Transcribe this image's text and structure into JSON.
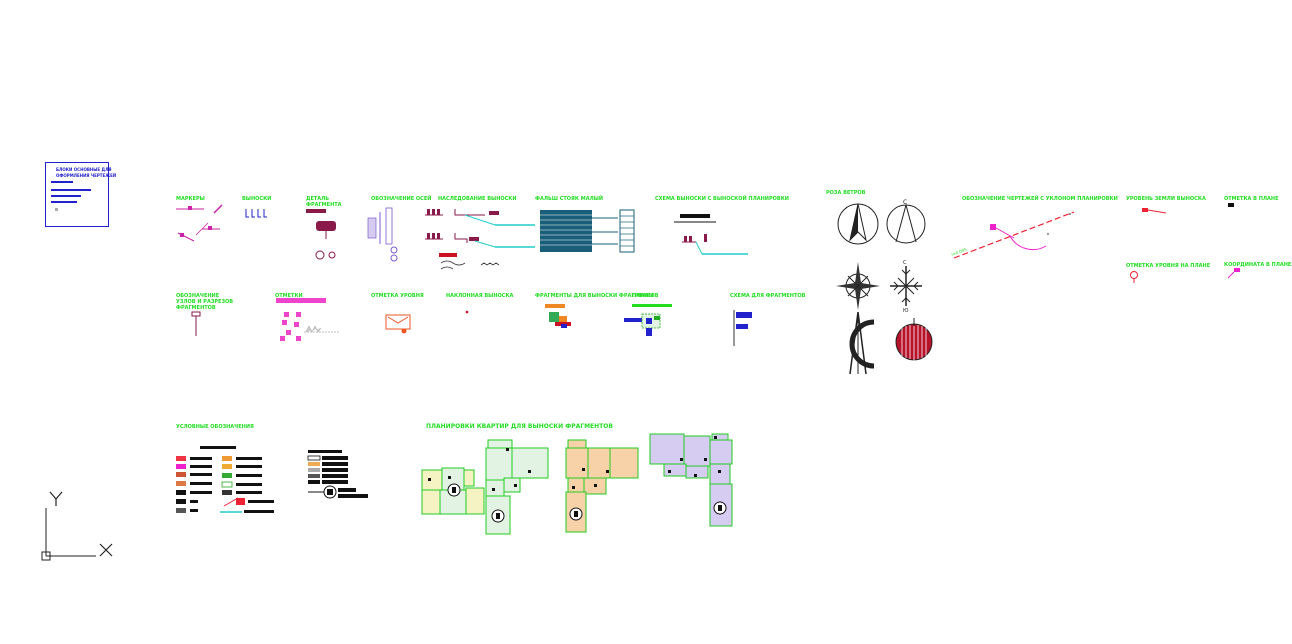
{
  "title_block": {
    "line1": "БЛОКИ ОСНОВНЫЕ ДЛЯ",
    "line2": "ОФОРМЛЕНИЯ ЧЕРТЕЖЕЙ"
  },
  "row1_labels": [
    "МАРКЕРЫ",
    "ВЫНОСКИ",
    "ДЕТАЛЬ ФРАГМЕНТА",
    "ОБОЗНАЧЕНИЕ ОСЕЙ",
    "НАСЛЕДОВАНИЕ ВЫНОСКИ",
    "ФАЛЬШ СТОЯК МАЛЫЙ",
    "СХЕМА ВЫНОСКИ С ВЫНОСКОЙ ПЛАНИРОВКИ"
  ],
  "row2_labels": [
    "ОБОЗНАЧЕНИЕ УЗЛОВ И РАЗРЕЗОВ ФРАГМЕНТОВ",
    "ОТМЕТКИ",
    "ОТМЕТКА УРОВНЯ",
    "НАКЛОННАЯ ВЫНОСКА",
    "ФРАГМЕНТЫ ДЛЯ ВЫНОСКИ ФРАГМЕНТОВ",
    "ПЛАНЫ",
    "СХЕМА ДЛЯ ФРАГМЕНТОВ"
  ],
  "compass_label": "РОЗА ВЕТРОВ",
  "compass_letters": {
    "north": "С",
    "south": "Ю"
  },
  "right_labels": [
    "ОБОЗНАЧЕНИЕ ЧЕРТЕЖЕЙ С УКЛОНОМ ПЛАНИРОВКИ",
    "УРОВЕНЬ ЗЕМЛИ ВЫНОСКА",
    "ОТМЕТКА В ПЛАНЕ",
    "ОТМЕТКА УРОВНЯ НА ПЛАНЕ",
    "КООРДИНАТА В ПЛАНЕ"
  ],
  "legend_label": "УСЛОВНЫЕ ОБОЗНАЧЕНИЯ",
  "plans_label": "ПЛАНИРОВКИ КВАРТИР ДЛЯ ВЫНОСКИ ФРАГМЕНТОВ",
  "ucs": {
    "x": "X",
    "y": "Y"
  },
  "colors": {
    "label": "#22dd22",
    "magenta": "#cc22aa",
    "blue": "#2222cc",
    "teal": "#1a5f7a",
    "cyan": "#22cccc",
    "red": "#cc1122",
    "plan_green": "#e3f3e3",
    "plan_yellow": "#f5f3c4",
    "plan_orange": "#f7d2a8",
    "plan_violet": "#d6cbf0"
  }
}
